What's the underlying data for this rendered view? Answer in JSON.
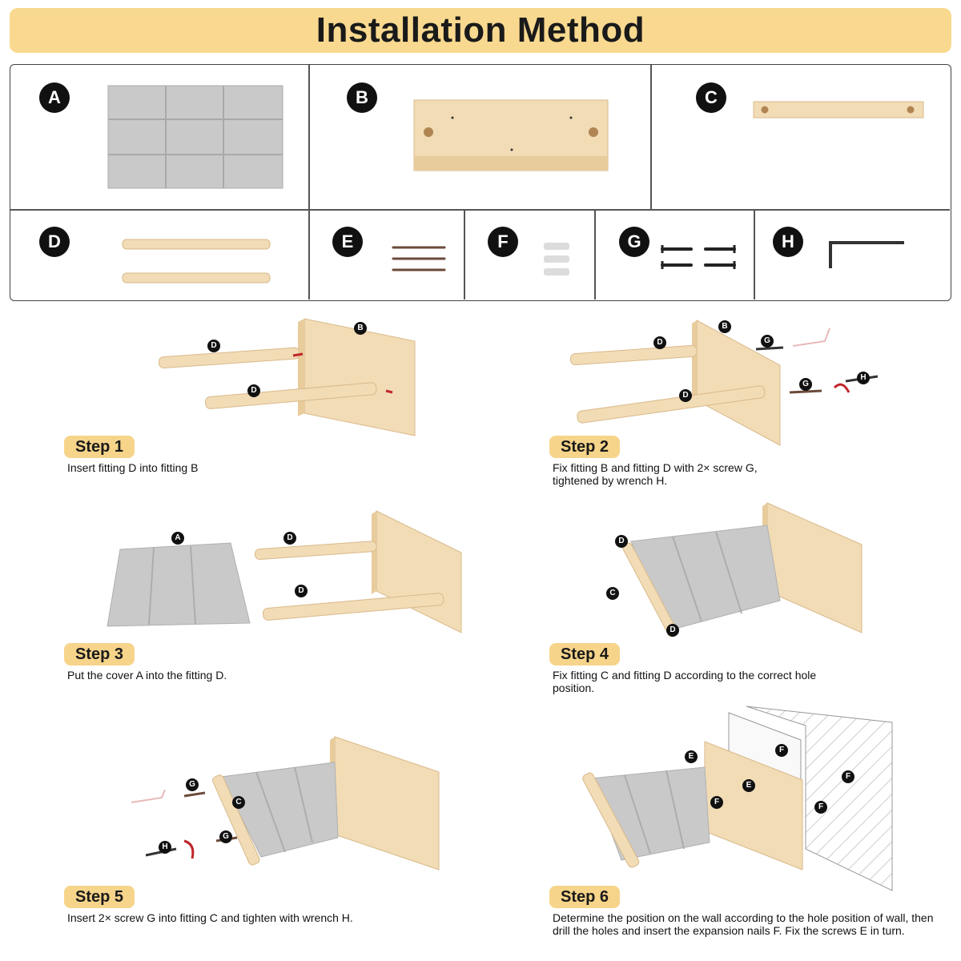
{
  "title": "Installation Method",
  "parts": [
    {
      "letter": "A"
    },
    {
      "letter": "B"
    },
    {
      "letter": "C"
    },
    {
      "letter": "D"
    },
    {
      "letter": "E"
    },
    {
      "letter": "F"
    },
    {
      "letter": "G"
    },
    {
      "letter": "H"
    }
  ],
  "steps": [
    {
      "label": "Step 1",
      "text": "Insert fitting D into fitting B"
    },
    {
      "label": "Step 2",
      "text": "Fix fitting B and fitting D with 2× screw G, tightened by wrench H."
    },
    {
      "label": "Step 3",
      "text": "Put the cover A into the fitting D."
    },
    {
      "label": "Step 4",
      "text": "Fix fitting C and fitting D according to the correct hole position."
    },
    {
      "label": "Step 5",
      "text": "Insert 2× screw G into fitting C and tighten with wrench H."
    },
    {
      "label": "Step 6",
      "text": "Determine the position on the wall according to the hole position of wall, then drill the holes and insert the expansion nails F. Fix the screws E in turn."
    }
  ],
  "callouts": {
    "step1": [
      "B",
      "D",
      "D"
    ],
    "step2": [
      "B",
      "D",
      "D",
      "G",
      "G",
      "H"
    ],
    "step3": [
      "A",
      "D",
      "D"
    ],
    "step4": [
      "D",
      "C",
      "D"
    ],
    "step5": [
      "G",
      "C",
      "G",
      "H"
    ],
    "step6": [
      "E",
      "F",
      "E",
      "F",
      "F",
      "F"
    ]
  },
  "colors": {
    "wood": "#f1dcb6",
    "wood_edge": "#d9b98a",
    "cushion": "#c9c9c9",
    "banner": "#f9d98f",
    "step_tag": "#f6d48a",
    "arrow": "#c0262b"
  }
}
